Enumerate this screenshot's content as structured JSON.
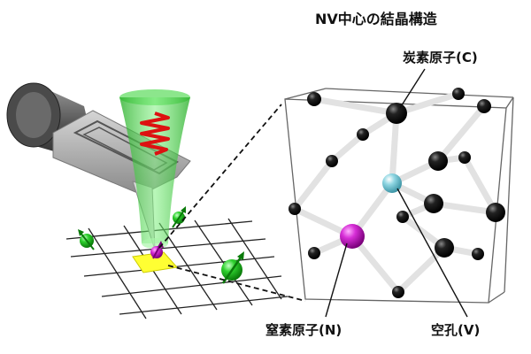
{
  "title": "NV中心の結晶構造",
  "labels": {
    "carbon": "炭素原子(C)",
    "nitrogen": "窒素原子(N)",
    "vacancy": "空孔(V)"
  },
  "colors": {
    "carbon": "#111111",
    "nitrogen": "#cc22cc",
    "vacancy": "#6fc6d4",
    "spin": "#22cc22",
    "laser": "#3fcf3f",
    "microwave": "#dd1111",
    "sample_spot": "#ffff33"
  },
  "icons": [
    "microwave-wave-icon",
    "spin-arrow-icon"
  ]
}
